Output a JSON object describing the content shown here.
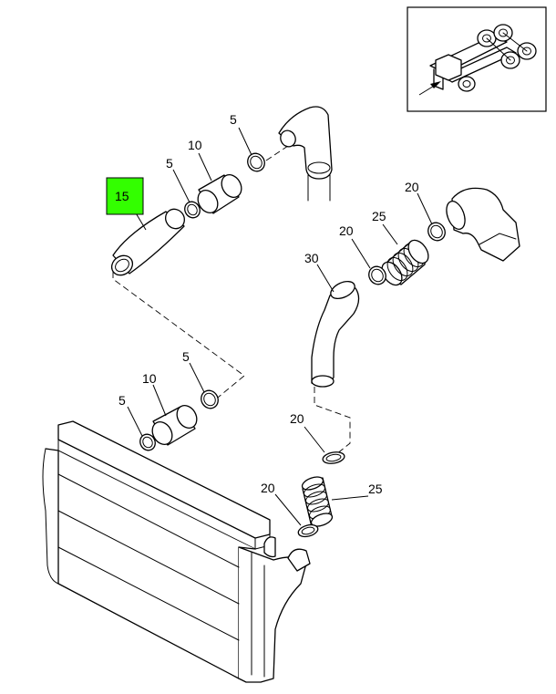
{
  "highlight_color": "#33ff00",
  "callouts": {
    "c15": "15",
    "c10_upper": "10",
    "c5_upper_a": "5",
    "c5_upper_b": "5",
    "c10_lower": "10",
    "c5_lower_a": "5",
    "c5_lower_b": "5",
    "c20_a": "20",
    "c20_b": "20",
    "c25_a": "25",
    "c30": "30",
    "c20_c": "20",
    "c20_d": "20",
    "c25_b": "25"
  }
}
